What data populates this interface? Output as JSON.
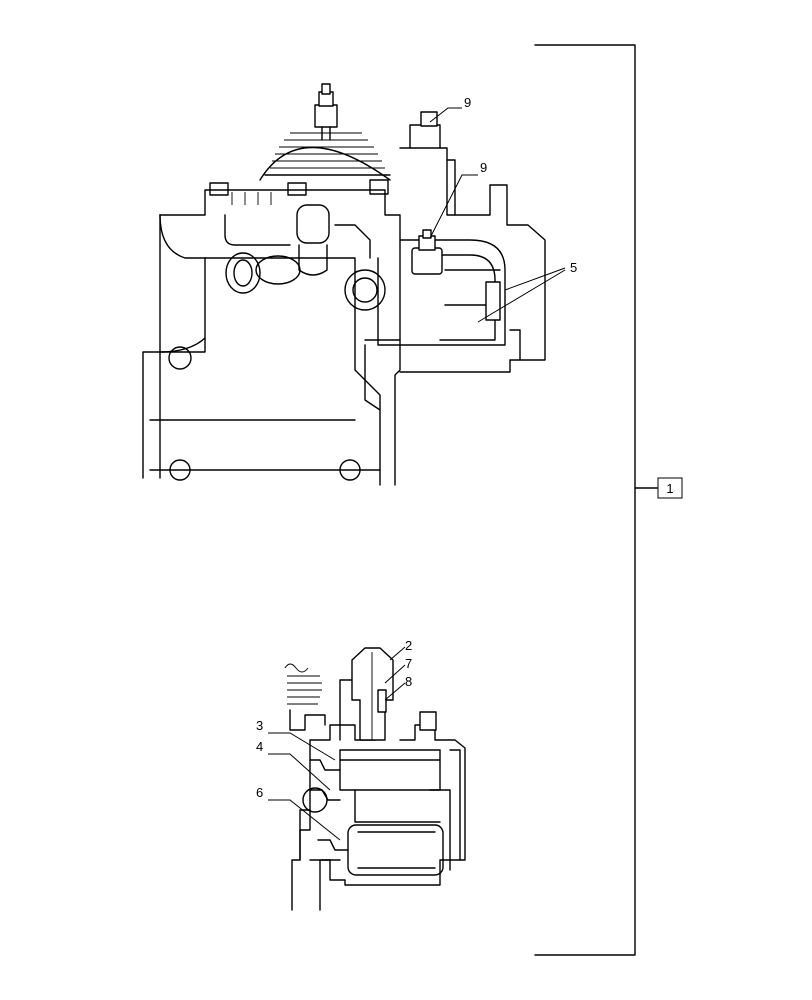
{
  "callouts": {
    "c1": "1",
    "c2": "2",
    "c3": "3",
    "c4": "4",
    "c5": "5",
    "c6": "6",
    "c7": "7",
    "c8": "8",
    "c9a": "9",
    "c9b": "9"
  },
  "colors": {
    "line": "#000000",
    "background": "#ffffff"
  }
}
